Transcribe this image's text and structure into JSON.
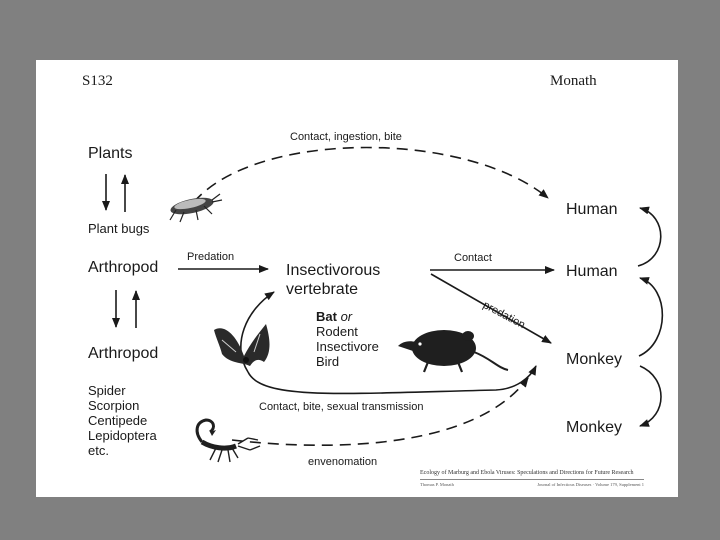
{
  "header": {
    "slide_id": "S132",
    "author": "Monath"
  },
  "nodes": {
    "plants": "Plants",
    "plant_bugs": "Plant bugs",
    "arthropod_top": "Arthropod",
    "arthropod_bottom": "Arthropod",
    "insectivore_line1": "Insectivorous",
    "insectivore_line2": "vertebrate",
    "human_top": "Human",
    "human_mid": "Human",
    "monkey_top": "Monkey",
    "monkey_bottom": "Monkey"
  },
  "vertebrate_list": {
    "bat": "Bat",
    "or": "or",
    "rodent": "Rodent",
    "insectivore": "Insectivore",
    "bird": "Bird"
  },
  "arthropod_list": [
    "Spider",
    "Scorpion",
    "Centipede",
    "Lepidoptera",
    "etc."
  ],
  "edge_labels": {
    "contact_ingestion_bite": "Contact, ingestion, bite",
    "predation": "Predation",
    "contact": "Contact",
    "predation_diag": "predation",
    "contact_bite_sexual": "Contact, bite, sexual transmission",
    "envenomation": "envenomation"
  },
  "citation": {
    "title": "Ecology of Marburg and Ebola Viruses: Speculations and Directions for Future Research",
    "author": "Thomas P. Monath",
    "source": "Journal of Infectious Diseases · Volume 179, Supplement 1"
  },
  "icons": [
    "plant-bug-icon",
    "bat-icon",
    "shrew-icon",
    "scorpion-icon"
  ],
  "colors": {
    "background": "#808080",
    "slide": "#ffffff",
    "ink": "#1a1a1a"
  }
}
